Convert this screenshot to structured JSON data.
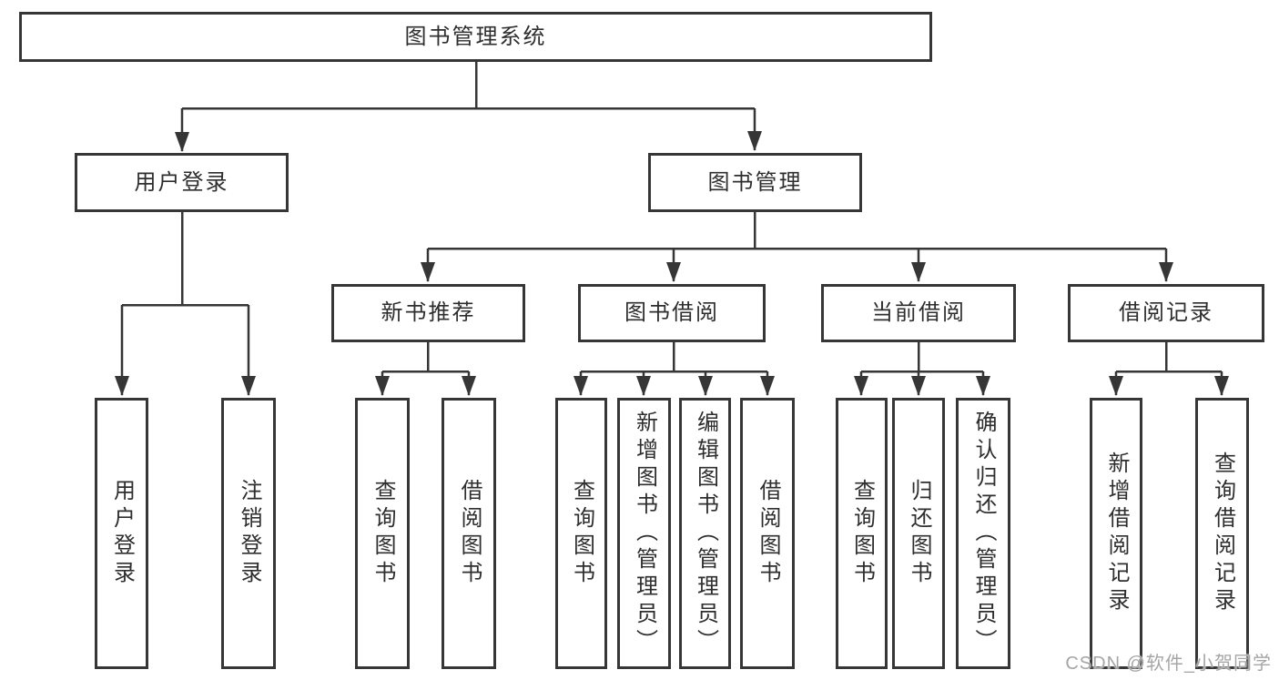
{
  "diagram": {
    "type": "tree",
    "root": "图书管理系统",
    "level2": {
      "user_login": "用户登录",
      "book_mgmt": "图书管理"
    },
    "level3": {
      "new_books": "新书推荐",
      "book_borrow": "图书借阅",
      "current_borrow": "当前借阅",
      "borrow_records": "借阅记录"
    },
    "leaves": {
      "user_login_children": {
        "login": "用户登录",
        "logout": "注销登录"
      },
      "new_books_children": {
        "query": "查询图书",
        "borrow": "借阅图书"
      },
      "book_borrow_children": {
        "query": "查询图书",
        "add": "新增图书（管理员）",
        "edit": "编辑图书（管理员）",
        "borrow": "借阅图书"
      },
      "current_borrow_children": {
        "query": "查询图书",
        "return": "归还图书",
        "confirm": "确认归还（管理员）"
      },
      "borrow_records_children": {
        "add": "新增借阅记录",
        "query": "查询借阅记录"
      }
    }
  },
  "watermark": "CSDN @软件_小贺同学",
  "colors": {
    "line": "#363636",
    "box_border": "#363636",
    "text": "#2e2e2e",
    "watermark": "#a6a6a6",
    "background": "#ffffff"
  }
}
